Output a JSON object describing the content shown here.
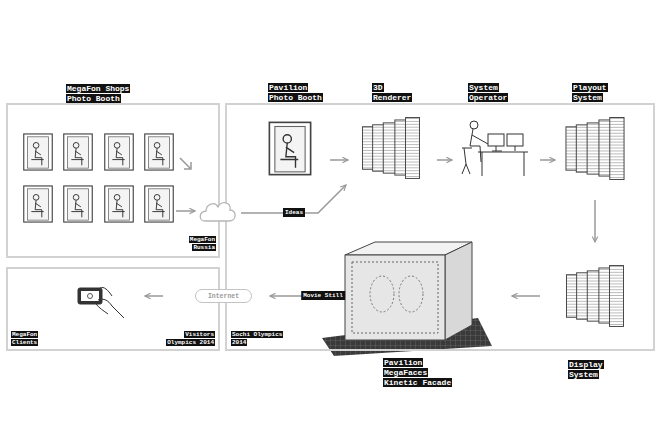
{
  "diagram": {
    "nodes": [
      {
        "text": [
          "MegaFon Shops Photo Booth"
        ]
      },
      {
        "text": [
          "MegaFon Clients",
          "Visitors Olympics 2014"
        ]
      },
      {
        "text": [
          "Sochi Olympics 2014"
        ]
      },
      {
        "text": [
          "Pavilion Photo Booth"
        ],
        "in": 2
      },
      {
        "text": [
          "3D Renderer"
        ],
        "in": 2
      },
      {
        "text": [
          "System Operator"
        ],
        "in": 2
      },
      {
        "text": [
          "Playout System"
        ],
        "in": 2
      },
      {
        "text": [
          "Display System"
        ],
        "in": 2
      },
      {
        "text": [
          "Pavilion MegaFaces Kinetic Facade"
        ],
        "in": 2
      },
      {
        "text": [
          "MegaFon Russia"
        ]
      },
      {
        "text": [
          "Internet"
        ]
      }
    ],
    "edges": [
      {
        "from": 9,
        "to": 4,
        "label": "Ideas",
        "arrow": "to"
      },
      {
        "from": 0,
        "to": 9,
        "arrow": "to"
      },
      {
        "from": 3,
        "to": 4,
        "arrow": "to"
      },
      {
        "from": 4,
        "to": 5,
        "arrow": "to"
      },
      {
        "from": 5,
        "to": 6,
        "arrow": "to"
      },
      {
        "from": 6,
        "to": 7,
        "arrow": "to"
      },
      {
        "from": 7,
        "to": 8,
        "arrow": "to"
      },
      {
        "from": 8,
        "to": 10,
        "label": "Movie Still",
        "arrow": "to"
      },
      {
        "from": 10,
        "to": 1,
        "arrow": "to"
      }
    ]
  }
}
